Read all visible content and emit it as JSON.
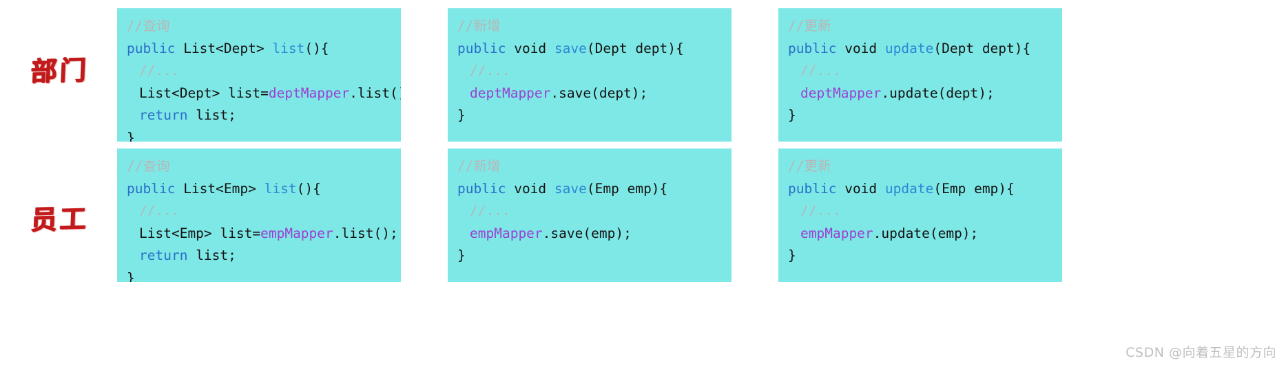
{
  "rows": [
    {
      "label": "部门",
      "cells": [
        {
          "comment": "//查询",
          "lines": [
            {
              "indent": 0,
              "tokens": [
                {
                  "t": "public",
                  "c": "kw"
                },
                {
                  "t": " ",
                  "c": "plain"
                },
                {
                  "t": "List<Dept>",
                  "c": "plain"
                },
                {
                  "t": " ",
                  "c": "plain"
                },
                {
                  "t": "list",
                  "c": "fn"
                },
                {
                  "t": "(){",
                  "c": "plain"
                }
              ]
            },
            {
              "indent": 1,
              "tokens": [
                {
                  "t": "//...",
                  "c": "cmt"
                }
              ]
            },
            {
              "indent": 1,
              "tokens": [
                {
                  "t": "List<Dept> list=",
                  "c": "plain"
                },
                {
                  "t": "deptMapper",
                  "c": "mapr"
                },
                {
                  "t": ".list();",
                  "c": "plain"
                }
              ]
            },
            {
              "indent": 1,
              "tokens": [
                {
                  "t": "return",
                  "c": "kw"
                },
                {
                  "t": " list;",
                  "c": "plain"
                }
              ]
            },
            {
              "indent": 0,
              "tokens": [
                {
                  "t": "}",
                  "c": "plain"
                }
              ]
            }
          ]
        },
        {
          "comment": "//新增",
          "lines": [
            {
              "indent": 0,
              "tokens": [
                {
                  "t": "public",
                  "c": "kw"
                },
                {
                  "t": " ",
                  "c": "plain"
                },
                {
                  "t": "void",
                  "c": "plain"
                },
                {
                  "t": " ",
                  "c": "plain"
                },
                {
                  "t": "save",
                  "c": "fn"
                },
                {
                  "t": "(Dept dept){",
                  "c": "plain"
                }
              ]
            },
            {
              "indent": 1,
              "tokens": [
                {
                  "t": "//...",
                  "c": "cmt"
                }
              ]
            },
            {
              "indent": 1,
              "tokens": [
                {
                  "t": "deptMapper",
                  "c": "mapr"
                },
                {
                  "t": ".save(dept);",
                  "c": "plain"
                }
              ]
            },
            {
              "indent": 0,
              "tokens": [
                {
                  "t": "}",
                  "c": "plain"
                }
              ]
            }
          ]
        },
        {
          "comment": "//更新",
          "lines": [
            {
              "indent": 0,
              "tokens": [
                {
                  "t": "public",
                  "c": "kw"
                },
                {
                  "t": " ",
                  "c": "plain"
                },
                {
                  "t": "void",
                  "c": "plain"
                },
                {
                  "t": " ",
                  "c": "plain"
                },
                {
                  "t": "update",
                  "c": "fn"
                },
                {
                  "t": "(Dept dept){",
                  "c": "plain"
                }
              ]
            },
            {
              "indent": 1,
              "tokens": [
                {
                  "t": "//...",
                  "c": "cmt"
                }
              ]
            },
            {
              "indent": 1,
              "tokens": [
                {
                  "t": "deptMapper",
                  "c": "mapr"
                },
                {
                  "t": ".update(dept);",
                  "c": "plain"
                }
              ]
            },
            {
              "indent": 0,
              "tokens": [
                {
                  "t": "}",
                  "c": "plain"
                }
              ]
            }
          ]
        }
      ]
    },
    {
      "label": "员工",
      "cells": [
        {
          "comment": "//查询",
          "lines": [
            {
              "indent": 0,
              "tokens": [
                {
                  "t": "public",
                  "c": "kw"
                },
                {
                  "t": " ",
                  "c": "plain"
                },
                {
                  "t": "List<Emp>",
                  "c": "plain"
                },
                {
                  "t": " ",
                  "c": "plain"
                },
                {
                  "t": "list",
                  "c": "fn"
                },
                {
                  "t": "(){",
                  "c": "plain"
                }
              ]
            },
            {
              "indent": 1,
              "tokens": [
                {
                  "t": "//...",
                  "c": "cmt"
                }
              ]
            },
            {
              "indent": 1,
              "tokens": [
                {
                  "t": "List<Emp> list=",
                  "c": "plain"
                },
                {
                  "t": "empMapper",
                  "c": "mapr"
                },
                {
                  "t": ".list();",
                  "c": "plain"
                }
              ]
            },
            {
              "indent": 1,
              "tokens": [
                {
                  "t": "return",
                  "c": "kw"
                },
                {
                  "t": " list;",
                  "c": "plain"
                }
              ]
            },
            {
              "indent": 0,
              "tokens": [
                {
                  "t": "}",
                  "c": "plain"
                }
              ]
            }
          ]
        },
        {
          "comment": "//新增",
          "lines": [
            {
              "indent": 0,
              "tokens": [
                {
                  "t": "public",
                  "c": "kw"
                },
                {
                  "t": " ",
                  "c": "plain"
                },
                {
                  "t": "void",
                  "c": "plain"
                },
                {
                  "t": " ",
                  "c": "plain"
                },
                {
                  "t": "save",
                  "c": "fn"
                },
                {
                  "t": "(Emp emp){",
                  "c": "plain"
                }
              ]
            },
            {
              "indent": 1,
              "tokens": [
                {
                  "t": "//...",
                  "c": "cmt"
                }
              ]
            },
            {
              "indent": 1,
              "tokens": [
                {
                  "t": "empMapper",
                  "c": "mapr"
                },
                {
                  "t": ".save(emp);",
                  "c": "plain"
                }
              ]
            },
            {
              "indent": 0,
              "tokens": [
                {
                  "t": "}",
                  "c": "plain"
                }
              ]
            }
          ]
        },
        {
          "comment": "//更新",
          "lines": [
            {
              "indent": 0,
              "tokens": [
                {
                  "t": "public",
                  "c": "kw"
                },
                {
                  "t": " ",
                  "c": "plain"
                },
                {
                  "t": "void",
                  "c": "plain"
                },
                {
                  "t": " ",
                  "c": "plain"
                },
                {
                  "t": "update",
                  "c": "fn"
                },
                {
                  "t": "(Emp emp){",
                  "c": "plain"
                }
              ]
            },
            {
              "indent": 1,
              "tokens": [
                {
                  "t": "//...",
                  "c": "cmt"
                }
              ]
            },
            {
              "indent": 1,
              "tokens": [
                {
                  "t": "empMapper",
                  "c": "mapr"
                },
                {
                  "t": ".update(emp);",
                  "c": "plain"
                }
              ]
            },
            {
              "indent": 0,
              "tokens": [
                {
                  "t": "}",
                  "c": "plain"
                }
              ]
            }
          ]
        }
      ]
    }
  ],
  "watermark": "CSDN @向着五星的方向",
  "colors": {
    "card_background": "#7ee8e6",
    "page_background": "#ffffff",
    "label_red": "#c21a1a",
    "keyword_blue": "#2a6fc9",
    "method_blue": "#2f86d4",
    "mapper_purple": "#9b3fd4",
    "comment_gray": "#b7b7b7",
    "watermark_gray": "#bfbfbf"
  }
}
